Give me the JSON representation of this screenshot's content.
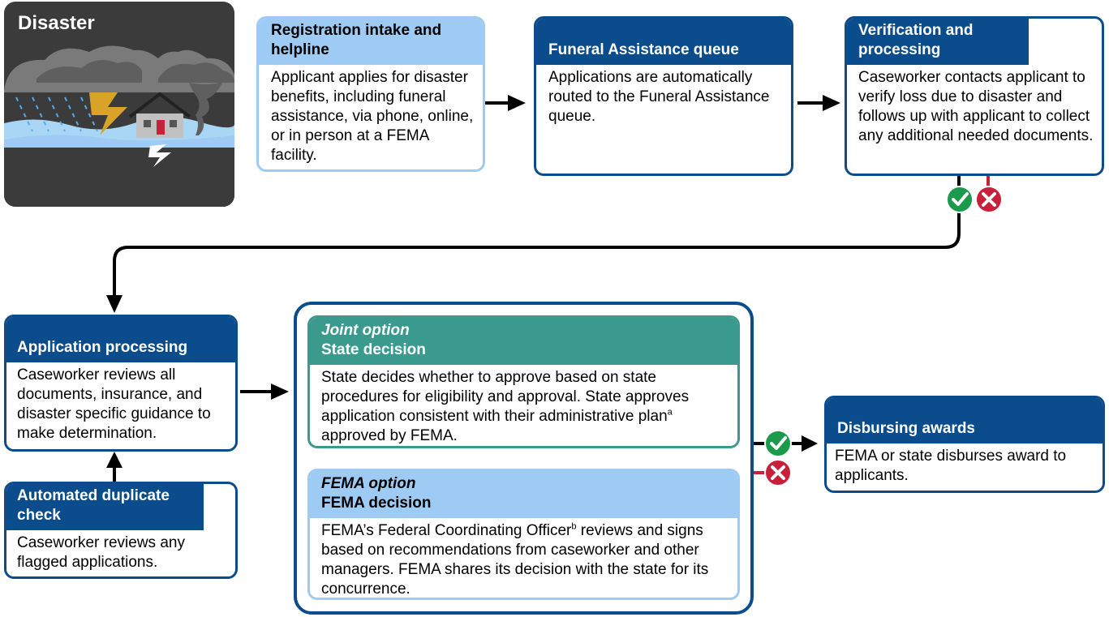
{
  "disaster": {
    "title": "Disaster"
  },
  "registration": {
    "title": "Registration intake and helpline",
    "body": "Applicant applies for disaster benefits, including funeral assistance, via phone, online, or in person at a FEMA facility."
  },
  "funeral_queue": {
    "title": "Funeral Assistance queue",
    "body": "Applications are automatically routed to the Funeral Assistance queue."
  },
  "verification": {
    "title": "Verification and processing",
    "body": "Caseworker contacts applicant to verify loss due to disaster and follows up with applicant to collect any additional needed documents."
  },
  "application_processing": {
    "title": "Application processing",
    "body": "Caseworker reviews all documents, insurance, and disaster specific guidance to make determination."
  },
  "duplicate_check": {
    "title": "Automated duplicate check",
    "body": "Caseworker reviews any flagged applications."
  },
  "joint_option": {
    "label": "Joint option",
    "title": "State decision",
    "body": "State decides whether to approve based on state procedures for eligibility and approval. State approves application consistent with their administrative plan",
    "sup": "a",
    "body_end": "approved by FEMA."
  },
  "fema_option": {
    "label": "FEMA option",
    "title": "FEMA decision",
    "body_start": "FEMA’s Federal Coordinating Officer",
    "sup": "b",
    "body_end": " reviews and signs based on recommendations from caseworker and other managers. FEMA shares its decision with the state for its concurrence."
  },
  "disbursing": {
    "title": "Disbursing awards",
    "body": "FEMA or state disburses award to applicants."
  },
  "colors": {
    "dark_blue": "#0b4c8c",
    "light_blue": "#9dcbf3",
    "teal": "#3a9a8d",
    "approve_green": "#1a9a4a",
    "deny_red": "#c8203a"
  }
}
